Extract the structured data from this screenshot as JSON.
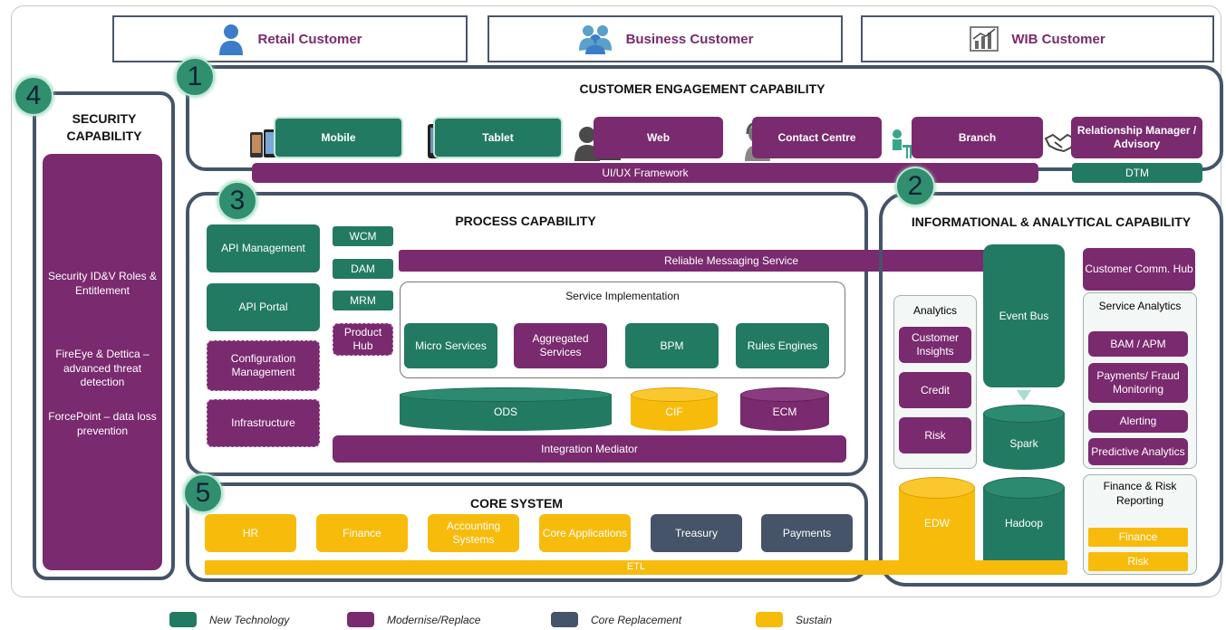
{
  "customers": {
    "retail": "Retail Customer",
    "business": "Business Customer",
    "wib": "WIB Customer"
  },
  "engagement": {
    "badge": "1",
    "title": "CUSTOMER ENGAGEMENT CAPABILITY",
    "mobile": "Mobile",
    "tablet": "Tablet",
    "web": "Web",
    "contact": "Contact Centre",
    "branch": "Branch",
    "rm": "Relationship Manager / Advisory",
    "uiux": "UI/UX Framework",
    "dtm": "DTM"
  },
  "security": {
    "badge": "4",
    "title": "SECURITY CAPABILITY",
    "item1": "Security ID&V Roles & Entitlement",
    "item2": "FireEye & Dettica – advanced threat detection",
    "item3": "ForcePoint – data loss prevention"
  },
  "process": {
    "badge": "3",
    "title": "PROCESS CAPABILITY",
    "api_mgmt": "API Management",
    "api_portal": "API Portal",
    "config": "Configuration Management",
    "infra": "Infrastructure",
    "wcm": "WCM",
    "dam": "DAM",
    "mrm": "MRM",
    "product_hub": "Product Hub",
    "rms": "Reliable Messaging Service",
    "svc_impl": "Service Implementation",
    "micro": "Micro Services",
    "aggregated": "Aggregated Services",
    "bpm": "BPM",
    "rules": "Rules Engines",
    "ods": "ODS",
    "cif": "CIF",
    "ecm": "ECM",
    "mediator": "Integration Mediator"
  },
  "informational": {
    "badge": "2",
    "title": "INFORMATIONAL & ANALYTICAL CAPABILITY",
    "analytics": "Analytics",
    "insights": "Customer Insights",
    "credit": "Credit",
    "risk": "Risk",
    "event_bus": "Event Bus",
    "spark": "Spark",
    "edw": "EDW",
    "hadoop": "Hadoop",
    "comm_hub": "Customer Comm. Hub",
    "svc_analytics": "Service Analytics",
    "bam": "BAM / APM",
    "payments_fraud": "Payments/ Fraud Monitoring",
    "alerting": "Alerting",
    "predictive": "Predictive Analytics",
    "fin_risk": "Finance & Risk Reporting",
    "finance": "Finance",
    "risk2": "Risk"
  },
  "core": {
    "badge": "5",
    "title": "CORE SYSTEM",
    "hr": "HR",
    "finance": "Finance",
    "accounting": "Accounting Systems",
    "core_apps": "Core Applications",
    "treasury": "Treasury",
    "payments": "Payments",
    "etl": "ETL"
  },
  "legend": {
    "new_tech": "New Technology",
    "modernise": "Modernise/Replace",
    "core_replace": "Core Replacement",
    "sustain": "Sustain"
  },
  "colors": {
    "new_technology": "#237a63",
    "modernise_replace": "#7a2a6e",
    "core_replacement": "#455468",
    "sustain": "#f7bb0b"
  },
  "icons": [
    "person-icon",
    "group-icon",
    "chart-icon",
    "phones-icon",
    "tablet-device-icon",
    "computer-user-icon",
    "headset-agent-icon",
    "meeting-icon",
    "handshake-icon"
  ]
}
